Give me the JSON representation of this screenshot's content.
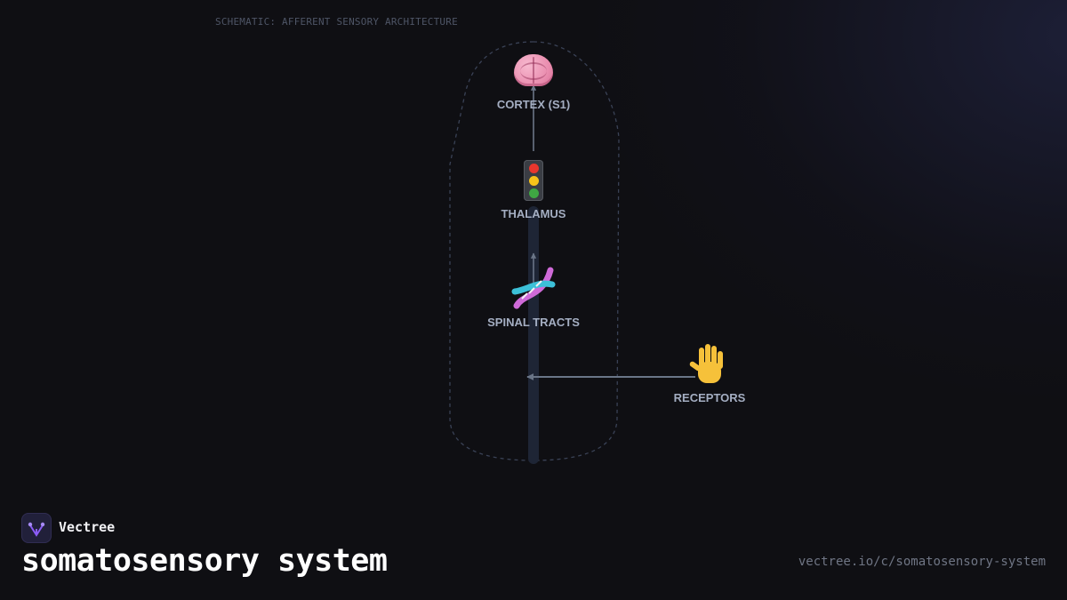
{
  "caption": "SCHEMATIC: AFFERENT SENSORY ARCHITECTURE",
  "nodes": {
    "cortex": {
      "label": "CORTEX (S1)",
      "icon": "brain-icon"
    },
    "thalamus": {
      "label": "THALAMUS",
      "icon": "traffic-light-icon"
    },
    "spinal": {
      "label": "SPINAL TRACTS",
      "icon": "dna-icon"
    },
    "receptors": {
      "label": "RECEPTORS",
      "icon": "raised-hand-icon"
    }
  },
  "edges": [
    {
      "from": "receptors",
      "to": "spinal"
    },
    {
      "from": "spinal",
      "to": "thalamus"
    },
    {
      "from": "thalamus",
      "to": "cortex"
    }
  ],
  "brand": {
    "name": "Vectree",
    "logo_icon": "vectree-logo-icon",
    "accent": "#8b5cf6"
  },
  "title": "somatosensory system",
  "url": "vectree.io/c/somatosensory-system",
  "colors": {
    "background": "#0f0f13",
    "connector": "#6a7587",
    "spine": "#1e2535",
    "boundary": "#3a4256",
    "label": "#a4aec2"
  }
}
